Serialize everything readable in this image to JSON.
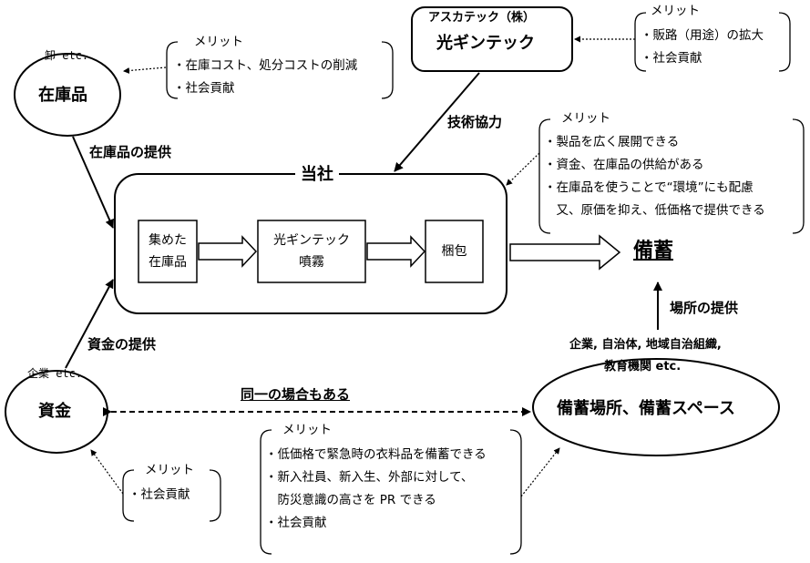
{
  "nodes": {
    "stock": {
      "caption": "卸 etc.",
      "label": "在庫品"
    },
    "askatech": {
      "caption": "アスカテック（株）",
      "label": "光ギンテック"
    },
    "company": {
      "title": "当社"
    },
    "funds": {
      "caption": "企業 etc.",
      "label": "資金"
    },
    "storage_place": {
      "caption_line1": "企業, 自治体, 地域自治組織,",
      "caption_line2": "教育機関 etc.",
      "label": "備蓄場所、備蓄スペース"
    },
    "reserve": {
      "label": "備蓄"
    }
  },
  "process": [
    {
      "line1": "集めた",
      "line2": "在庫品"
    },
    {
      "line1": "光ギンテック",
      "line2": "噴霧"
    },
    {
      "line1": "梱包",
      "line2": ""
    }
  ],
  "arrow_labels": {
    "stock_supply": "在庫品の提供",
    "tech_coop": "技術協力",
    "funds_supply": "資金の提供",
    "place_supply": "場所の提供",
    "same_case": "同一の場合もある"
  },
  "merits": {
    "title": "メリット",
    "stock": [
      "・在庫コスト、処分コストの削減",
      "・社会貢献"
    ],
    "askatech": [
      "・販路（用途）の拡大",
      "・社会貢献"
    ],
    "company": [
      "・製品を広く展開できる",
      "・資金、在庫品の供給がある",
      "・在庫品を使うことで“環境”にも配慮",
      "　又、原価を抑え、低価格で提供できる"
    ],
    "funds": [
      "・社会貢献"
    ],
    "storage": [
      "・低価格で緊急時の衣料品を備蓄できる",
      "・新入社員、新入生、外部に対して、",
      "　防災意識の高さを PR できる",
      "・社会貢献"
    ]
  }
}
